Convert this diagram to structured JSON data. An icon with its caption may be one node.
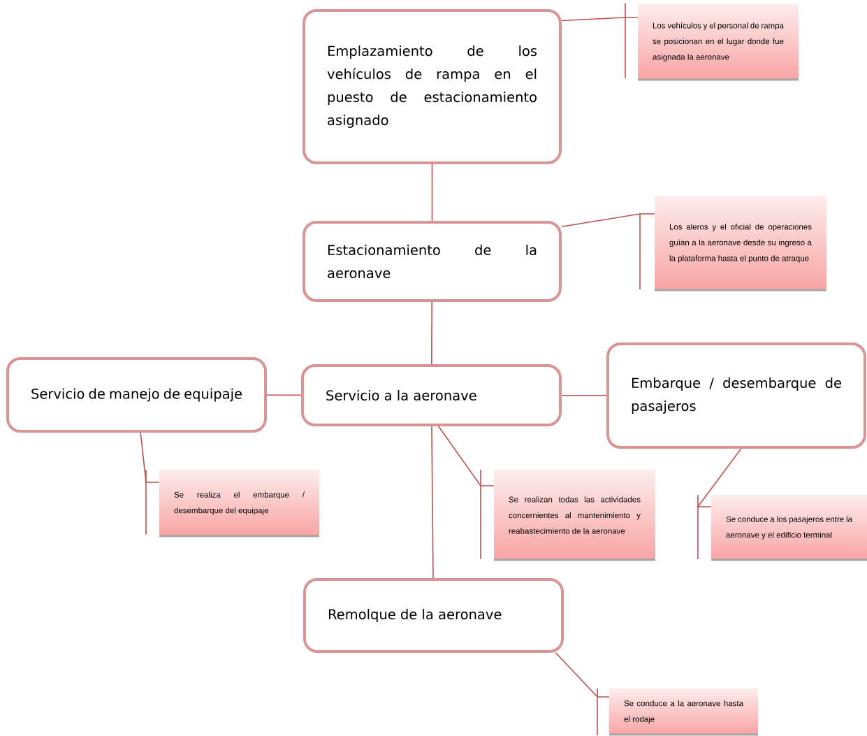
{
  "diagram": {
    "nodes": [
      {
        "text": [
          "Emplazamiento de los vehículos de rampa en el puesto de estacionamiento asignado"
        ]
      },
      {
        "text": [
          "Los vehículos y el personal de rampa se posicionan en el lugar donde fue asignada la aeronave"
        ]
      },
      {
        "text": [
          "Estacionamiento de la aeronave"
        ]
      },
      {
        "text": [
          "Los aleros y el oficial de operaciones guían a la aeronave desde su ingreso a la plataforma hasta el punto de atraque"
        ]
      },
      {
        "text": [
          "Servicio de manejo de equipaje"
        ]
      },
      {
        "text": [
          "Servicio a la aeronave"
        ]
      },
      {
        "text": [
          "Embarque / desembarque de pasajeros"
        ]
      },
      {
        "text": [
          "Se realiza el embarque / desembarque del equipaje"
        ]
      },
      {
        "text": [
          "Se realizan todas las actividades concernientes al mantenimiento y reabastecimiento de la aeronave"
        ]
      },
      {
        "text": [
          "Se conduce a los pasajeros entre la aeronave y el edificio terminal"
        ]
      },
      {
        "text": [
          "Remolque de la aeronave"
        ]
      },
      {
        "text": [
          "Se conduce a la aeronave hasta el rodaje"
        ]
      }
    ],
    "edges": [
      {
        "from": 0,
        "to": 2,
        "arrow": "none"
      },
      {
        "from": 2,
        "to": 5,
        "arrow": "none"
      },
      {
        "from": 5,
        "to": 4,
        "arrow": "none"
      },
      {
        "from": 5,
        "to": 6,
        "arrow": "none"
      },
      {
        "from": 5,
        "to": 10,
        "arrow": "none"
      },
      {
        "from": 0,
        "to": 1,
        "arrow": "none"
      },
      {
        "from": 2,
        "to": 3,
        "arrow": "none"
      },
      {
        "from": 4,
        "to": 7,
        "arrow": "none"
      },
      {
        "from": 5,
        "to": 8,
        "arrow": "none"
      },
      {
        "from": 6,
        "to": 9,
        "arrow": "none"
      },
      {
        "from": 10,
        "to": 11,
        "arrow": "none"
      }
    ]
  }
}
